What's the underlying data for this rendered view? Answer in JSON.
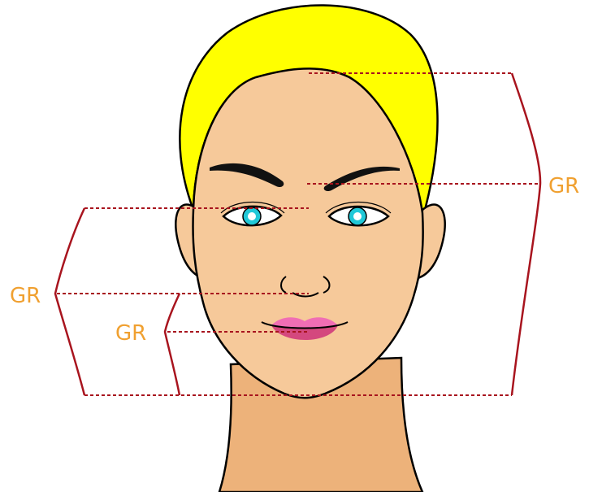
{
  "diagram": {
    "labels": {
      "right_ratio": "GR",
      "left_outer_ratio": "GR",
      "left_inner_ratio": "GR"
    },
    "colors": {
      "hair": "#FFFF00",
      "skin": "#F6C99A",
      "neck": "#EDB27A",
      "eyebrow": "#111111",
      "iris": "#20C8D8",
      "lips_upper": "#F06EB4",
      "lips_lower": "#D4487E",
      "guide_line": "#A8141E",
      "label": "#F0A030"
    }
  }
}
